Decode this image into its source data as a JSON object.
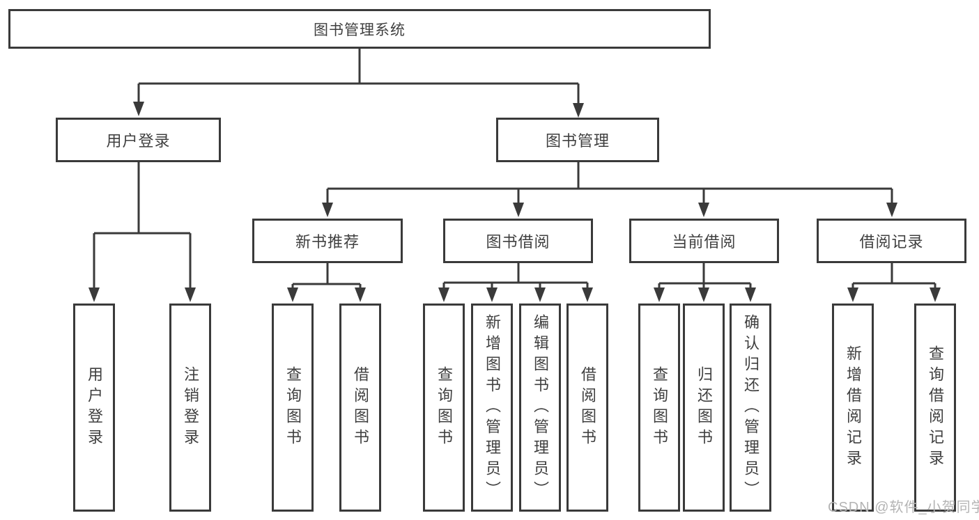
{
  "colors": {
    "line": "#3a3a3a",
    "box_border": "#3a3a3a",
    "box_text": "#3f3f3f",
    "background": "#ffffff",
    "watermark_text": "#b4b4b4"
  },
  "diagram": {
    "type": "hierarchy-tree",
    "root": {
      "label": "图书管理系统"
    },
    "level2": [
      {
        "label": "用户登录",
        "parent": "图书管理系统"
      },
      {
        "label": "图书管理",
        "parent": "图书管理系统"
      }
    ],
    "level3": [
      {
        "label": "新书推荐",
        "parent": "图书管理"
      },
      {
        "label": "图书借阅",
        "parent": "图书管理"
      },
      {
        "label": "当前借阅",
        "parent": "图书管理"
      },
      {
        "label": "借阅记录",
        "parent": "图书管理"
      }
    ],
    "leaves": [
      {
        "label": "用户登录",
        "parent": "用户登录"
      },
      {
        "label": "注销登录",
        "parent": "用户登录"
      },
      {
        "label": "查询图书",
        "parent": "新书推荐"
      },
      {
        "label": "借阅图书",
        "parent": "新书推荐"
      },
      {
        "label": "查询图书",
        "parent": "图书借阅"
      },
      {
        "label": "新增图书（管理员）",
        "parent": "图书借阅"
      },
      {
        "label": "编辑图书（管理员）",
        "parent": "图书借阅"
      },
      {
        "label": "借阅图书",
        "parent": "图书借阅"
      },
      {
        "label": "查询图书",
        "parent": "当前借阅"
      },
      {
        "label": "归还图书",
        "parent": "当前借阅"
      },
      {
        "label": "确认归还（管理员）",
        "parent": "当前借阅"
      },
      {
        "label": "新增借阅记录",
        "parent": "借阅记录"
      },
      {
        "label": "查询借阅记录",
        "parent": "借阅记录"
      }
    ],
    "watermark": "CSDN @软件_小贺同学"
  }
}
